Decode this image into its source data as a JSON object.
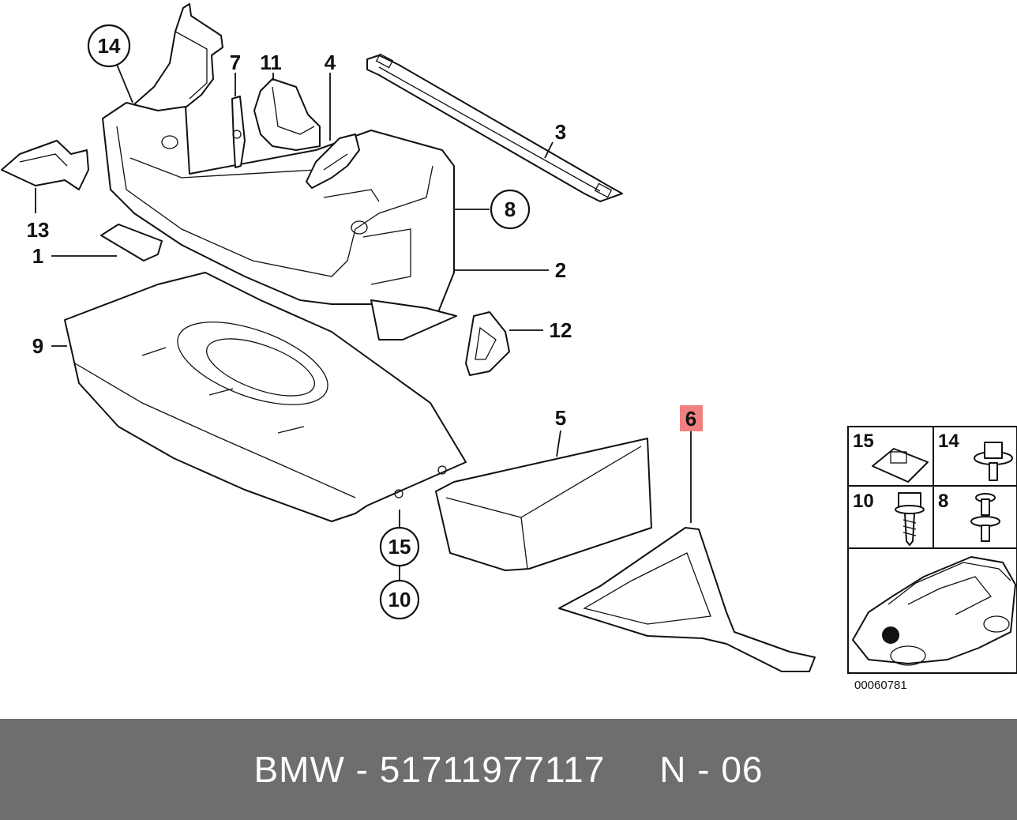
{
  "diagram": {
    "callouts": {
      "c1": "1",
      "c2": "2",
      "c3": "3",
      "c4": "4",
      "c5": "5",
      "c6": "6",
      "c7": "7",
      "c8": "8",
      "c9": "9",
      "c10": "10",
      "c11": "11",
      "c12": "12",
      "c13": "13",
      "c14": "14",
      "c15": "15"
    },
    "highlighted_callout": "6",
    "highlight_color": "#f08080",
    "inset_labels": {
      "i15": "15",
      "i14": "14",
      "i10": "10",
      "i8": "8"
    },
    "drawing_number": "00060781"
  },
  "footer": {
    "text": "BMW - 51711977117     N - 06",
    "background": "#6e6e6e"
  }
}
